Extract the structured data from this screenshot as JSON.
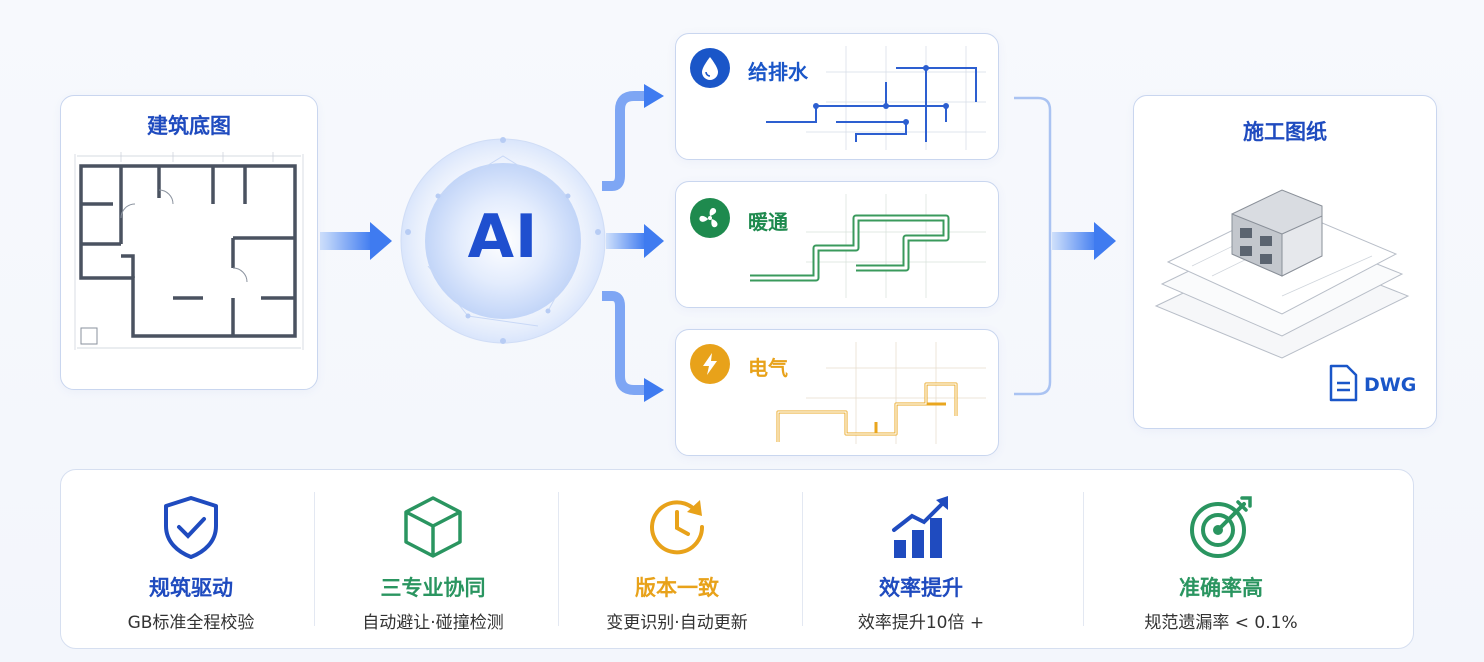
{
  "floor_plan": {
    "title": "建筑底图"
  },
  "ai": {
    "label": "AI"
  },
  "systems": [
    {
      "title": "给排水",
      "color": "#1a56c8",
      "icon": "water-drop-icon"
    },
    {
      "title": "暖通",
      "color": "#1e8a4e",
      "icon": "fan-icon"
    },
    {
      "title": "电气",
      "color": "#e8a21a",
      "icon": "lightning-icon"
    }
  ],
  "output": {
    "title": "施工图纸",
    "format": "DWG"
  },
  "features": [
    {
      "title": "规筑驱动",
      "subtitle": "GB标准全程校验",
      "color": "#1f4bbf",
      "icon": "shield-check-icon"
    },
    {
      "title": "三专业协同",
      "subtitle": "自动避让·碰撞检测",
      "color": "#2a9560",
      "icon": "cube-icon"
    },
    {
      "title": "版本一致",
      "subtitle": "变更识别·自动更新",
      "color": "#e8a21a",
      "icon": "clock-refresh-icon"
    },
    {
      "title": "效率提升",
      "subtitle": "效率提升10倍 +",
      "color": "#1f4bbf",
      "icon": "bar-chart-up-icon"
    },
    {
      "title": "准确率高",
      "subtitle": "规范遗漏率 < 0.1%",
      "color": "#2a9560",
      "icon": "target-icon"
    }
  ]
}
